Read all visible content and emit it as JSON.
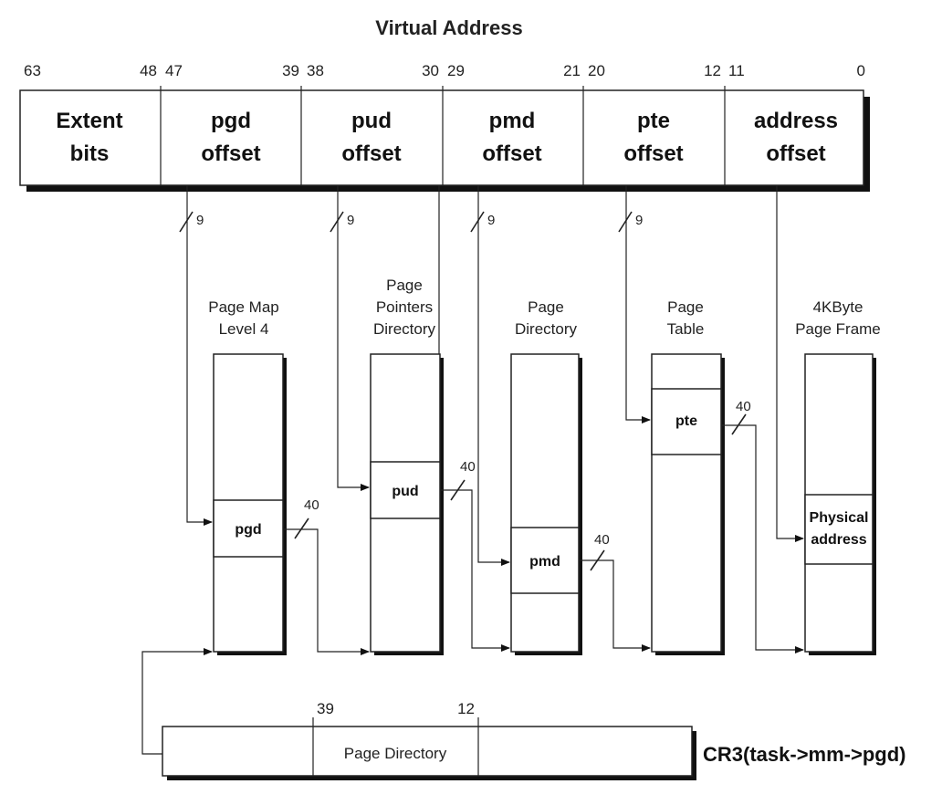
{
  "title": "Virtual Address",
  "bit_labels": [
    "63",
    "48",
    "47",
    "39",
    "38",
    "30",
    "29",
    "21",
    "20",
    "12",
    "11",
    "0"
  ],
  "fields": [
    {
      "line1": "Extent",
      "line2": "bits"
    },
    {
      "line1": "pgd",
      "line2": "offset"
    },
    {
      "line1": "pud",
      "line2": "offset"
    },
    {
      "line1": "pmd",
      "line2": "offset"
    },
    {
      "line1": "pte",
      "line2": "offset"
    },
    {
      "line1": "address",
      "line2": "offset"
    }
  ],
  "index_width": "9",
  "entry_width": "40",
  "tables": [
    {
      "lines": [
        "Page Map",
        "Level 4"
      ],
      "entry": "pgd"
    },
    {
      "lines": [
        "Page",
        "Pointers",
        "Directory"
      ],
      "entry": "pud"
    },
    {
      "lines": [
        "Page",
        "Directory"
      ],
      "entry": "pmd"
    },
    {
      "lines": [
        "Page",
        "Table"
      ],
      "entry": "pte"
    },
    {
      "lines": [
        "4KByte",
        "Page Frame"
      ],
      "entry_lines": [
        "Physical",
        "address"
      ]
    }
  ],
  "cr3": {
    "bit_high": "39",
    "bit_low": "12",
    "field": "Page Directory",
    "label": "CR3(task->mm->pgd)"
  }
}
